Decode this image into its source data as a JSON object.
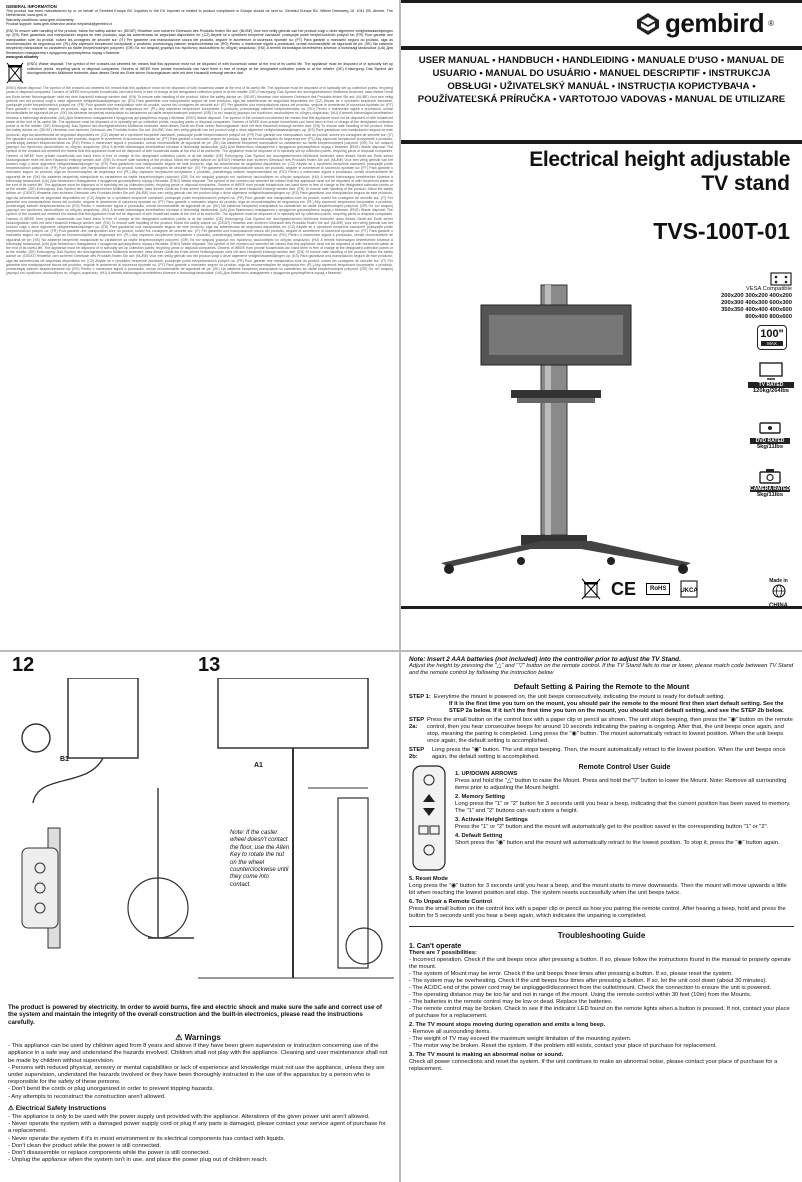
{
  "general": {
    "title": "GENERAL INFORMATION",
    "lines": [
      "This product has been manufactured by or on behalf of Gembird Europe BV. Inquiries to the EU importer or related to product compliance in Europe should be sent to: Gembird Europe BV, Willem Dreesweg 16, 1041 EB, Almere, The Netherlands, www.gmb.nl",
      "Warranty conditions: www.gmb.nl/warranty",
      "Product support: www.gmb.nl/service and/or helpdesk@gembird.nl"
    ],
    "safety_lead": "(EN) To ensure safe handling of the product, follow the safety advice on: (DE/AT) Hinweise zum sicheren Gebrauch des Produkts finden Sie auf: (NL/BE) Voor een veilig gebruik van het product volgt u deze algemene veiligheidsaanwijzingen op: (ES) Para garantizar una manipulación segura de este producto, siga las advertencias de seguridad disponibles en: (CZ) Abyste se s výrobkem bezpečně zacházeli, postupujte podle bezpečnostních pokynů na: (FR) Pour garantir une manipulation sûre du produit, suivez les consignes de sécurité sur: (IT) Per garantire una manipolazione sicura del prodotto, seguire le avvertenze di sicurezza riportate su: (PT) Para garantir o manuseio seguro do produto, siga as recomendações de segurança em: (PL) Aby zapewnić bezpieczne korzystanie z produktu, przestrzegaj zaleceń bezpieczeństwa na: (RO) Pentru o manevrare sigură a produsului, urmați recomandările de siguranță de pe: (SK) Na zaistenie bezpečnej manipulácie so zariadením sa riaďte bezpečnostnými pokynmi: (GR) Για τον ασφαλή χειρισμό του προϊόντος ακολουθήστε τις οδηγίες ασφαλείας: (HU) A termék biztonságos kezeléséhez kövesse a biztonsági tanácsokat: (UA) Для безпечного поводження з продуктом дотримуйтесь порад з безпеки:",
    "safety_url": "www.gmb.nl/safety",
    "weee": "(ENG) Waste disposal: The symbol of the crossed-out wheeled bin means that this appliance must not be disposed of with household waste at the end of its useful life. The appliance must be disposed of in specially set up collection points, recycling yards or disposal companies. Owners of WEEE from private households can hand them in free of charge at the designated collection points or at the retailer. (DE) Entsorgung: Das Symbol der durchgestrichenen Mülltonne bedeutet, dass dieses Gerät am Ende seiner Nutzungsdauer nicht mit dem Hausmüll entsorgt werden darf."
  },
  "brand": {
    "name": "gembird",
    "registered": "®"
  },
  "manual_languages": "USER MANUAL • HANDBUCH • HANDLEIDING • MANUALE D'USO • MANUAL DE USUARIO • MANUAL DO USUÁRIO • MANUEL DESCRIPTIF • INSTRUKCJA OBSŁUGI • UŽIVATELSKÝ MANUÁL • INSTRUCȚIA КОРИСТУВАЧА • POUŽÍVATEĽSKÁ PRÍRUČKA • VARTOTOJO VADOVAS • MANUAL DE UTILIZARE",
  "product": {
    "title_line1": "Electrical height adjustable",
    "title_line2": "TV stand",
    "model": "TVS-100T-01",
    "vesa_label": "VESA Compatible",
    "vesa_sizes": [
      "200x200 300x200 400x200",
      "200x300 400x300 600x300",
      "350x350 400x400 400x600",
      "800x400 800x600"
    ],
    "max_size": "100\"",
    "max_label": "MAX",
    "tv_rated": "TV RATED",
    "tv_weight": "120kg/264lbs",
    "dvd_rated": "DVD RATED",
    "dvd_weight": "5kg/11lbs",
    "camera_rated": "CAMERA RATED",
    "camera_weight": "5kg/11lbs",
    "made_in": "Made in",
    "china": "CHINA",
    "rohs": "RoHS"
  },
  "steps": {
    "twelve": "12",
    "thirteen": "13",
    "b1": "B1",
    "a1": "A1",
    "note": "Note: If the caster wheel doesn't contact the floor, use the Allen Key to rotate the nut on the wheel counterclockwise until they come into contact."
  },
  "warnings_block": {
    "electric": "The product is powered by electricity. In order to avoid burns, fire and electric shock and make sure the safe and correct use of the system and maintain the integrity of the overall construction and the built-in electronics, please read the instructions carefully.",
    "warnings_title": "Warnings",
    "warnings": [
      "- This appliance can be used by children aged from 8 years and above if they have been given supervision or instruction concerning use of the appliance in a safe way and understand the hazards involved. Children shall not play with the appliance. Cleaning and user maintenance shall not be made by children without supervision.",
      "- Persons with reduced physical, sensory or mental capabilities or lack of experience and knowledge must not use the appliance, unless they are under supervision, understand the hazards involved or they have been thoroughly instructed in the use of the apparatus by a person who is responsible for the safety of these persons.",
      "- Don't bend the cords or plug unorganized in order to prevent tripping hazards.",
      "- Any attempts to reconstruct the construction aren't allowed."
    ],
    "electrical_title": "Electrical Safety Instructions",
    "electrical": [
      "- The appliance is only to be used with the power supply unit provided with the appliance. Alterations of the given power unit aren't allowed.",
      "- Never operate the system with a damaged power supply cord or plug if any parts is damaged, please contact your service agent of purchase for a replacement.",
      "- Never operate the system if it's in moist environment or its electrical components has contact with liquids.",
      "- Don't clean the product while the power is still connected.",
      "- Don't disassemble or replace components while the power is still connected.",
      "- Unplug the appliance when the system isn't in use, and place the power plug out of children reach."
    ]
  },
  "remote": {
    "note": "Note: Insert 2 AAA batteries (not included) into the controller prior to adjust the TV Stand.",
    "intro": "Adjust the height by pressing the \"△\" and \"▽\" button on the remote control. If the TV Stand fails to rise or lower, please match code between TV Stand and the remote control by following the instruction below",
    "default_title": "Default Setting & Pairing the Remote to the Mount",
    "step1_label": "STEP 1:",
    "step1": "Everytime the mount is powered on, the unit beeps consecutively, indicating the mount is ready for default setting.",
    "step1_note": "If it is the first time you turn on the mount, you should pair the remote to the mount first then start default setting. See the STEP 2a below. If it isn't the first time you turn on the mount, you should start default setting, and see the STEP 2b below.",
    "step2a_label": "STEP 2a:",
    "step2a": "Press the small button on the control box with a paper clip or pencil as shown. The unit stops beeping, then press the \"◉\" button on the remote control, then you hear consecutive beeps for around 10 seconds indicating the pairing is ongoing. After that, the unit beeps once again, and stop, meaning the pairing is completed. Long press the \"◉\" button. The mount automatically retract to lowest position. When the unit beeps once again, the default setting is accomplished.",
    "step2b_label": "STEP 2b:",
    "step2b": "Long press the \"◉\" button. The unit stops beeping. Then, the mount automatically retract to the lowest position. When the unit beeps once again, the default setting is accomplished.",
    "rc_title": "Remote Control User Guide",
    "updown_title": "1. UP/DOWN ARROWS",
    "updown": "Press and hold the \"△\" button to raise the Mount. Press and hold the\"▽\" button to lower the Mount. Note: Remove all surrounding items prior to adjusting the Mount height.",
    "memory_title": "2. Memory Setting",
    "memory": "Long press the \"1\" or \"2\" button for 3 seconds until you hear a beep, indicating that the current position has been saved to memory. The \"1\" and \"2\" buttons can each store a height.",
    "activate_title": "3. Activate Height Settings",
    "activate": "Press the \"1\" or \"2\" button and the mount will automatically get to the position saved in the corresponding button \"1\" or \"2\".",
    "default_setting_title": "4. Default Setting",
    "default_setting": "Short press the \"◉\" button and the mount will automatically retract to the lowest position. To stop it, press the \"◉\" button again.",
    "reset_title": "5. Reset Mode",
    "reset": "Long press the \"◉\" button for 3 seconds until you hear a beep, and the mount starts to move downwards. Then the mount will move upwards a little bit when reaching the lowest position and stop. The system resets successfully when the unit beeps twice.",
    "unpair_title": "6. To Unpair a Remote Control",
    "unpair": "Press the small button on the control box with a paper clip or pencil as how you pairing the remote control. After hearing a beep, hold and press the button for 5 seconds until you hear a beep again, which indicates the unpairing is completed."
  },
  "troubleshooting": {
    "title": "Troubleshooting Guide",
    "s1_title": "1. Can't operate",
    "s1_sub": "There are 7 possibilities:",
    "s1_items": [
      "- Incorrect operation. Check if the unit beeps once after pressing a button. If so, please follow the instructions found in the manual to properly operate the mount.",
      "- The system of Mount may be error. Check if the unit beeps three times after pressing a button. If so, please reset the system.",
      "- The system may be overheating. Check if the unit beeps four times after pressing a button. If so, let the unit cool down (about 30 minutes).",
      "- The AC/DC end of the power cord may be unplugged/disconnect from the outlet/mount. Check the connection to ensure the unit is powered.",
      "- The operating distance may be too far and not in range of the mount. Using the remote control within 30 feet (10m) from the Mounts.",
      "- The batteries in the remote control may be low or dead. Replace the batteries.",
      "- The remote control may be broken. Check to see if the indicator LED found on the remote lights when a button is pressed. If not, contact your place of purchase for a replacement."
    ],
    "s2_title": "2. The TV mount stops moving during operation and emits a long beep.",
    "s2_items": [
      "- Remove all surrounding items.",
      "- The weight of TV may exceed the maximum weight limitation of the mounting system.",
      "- The motor way be broken. Reset the system. If the problem still exists, contact your place of purchase for replacement."
    ],
    "s3_title": "3. The TV mount is making an abnormal noise or sound.",
    "s3_items": [
      "Check all power connections and reset the system. If the unit continues to make an abnormal noise, please contact your place of purchase for a replacement."
    ]
  }
}
